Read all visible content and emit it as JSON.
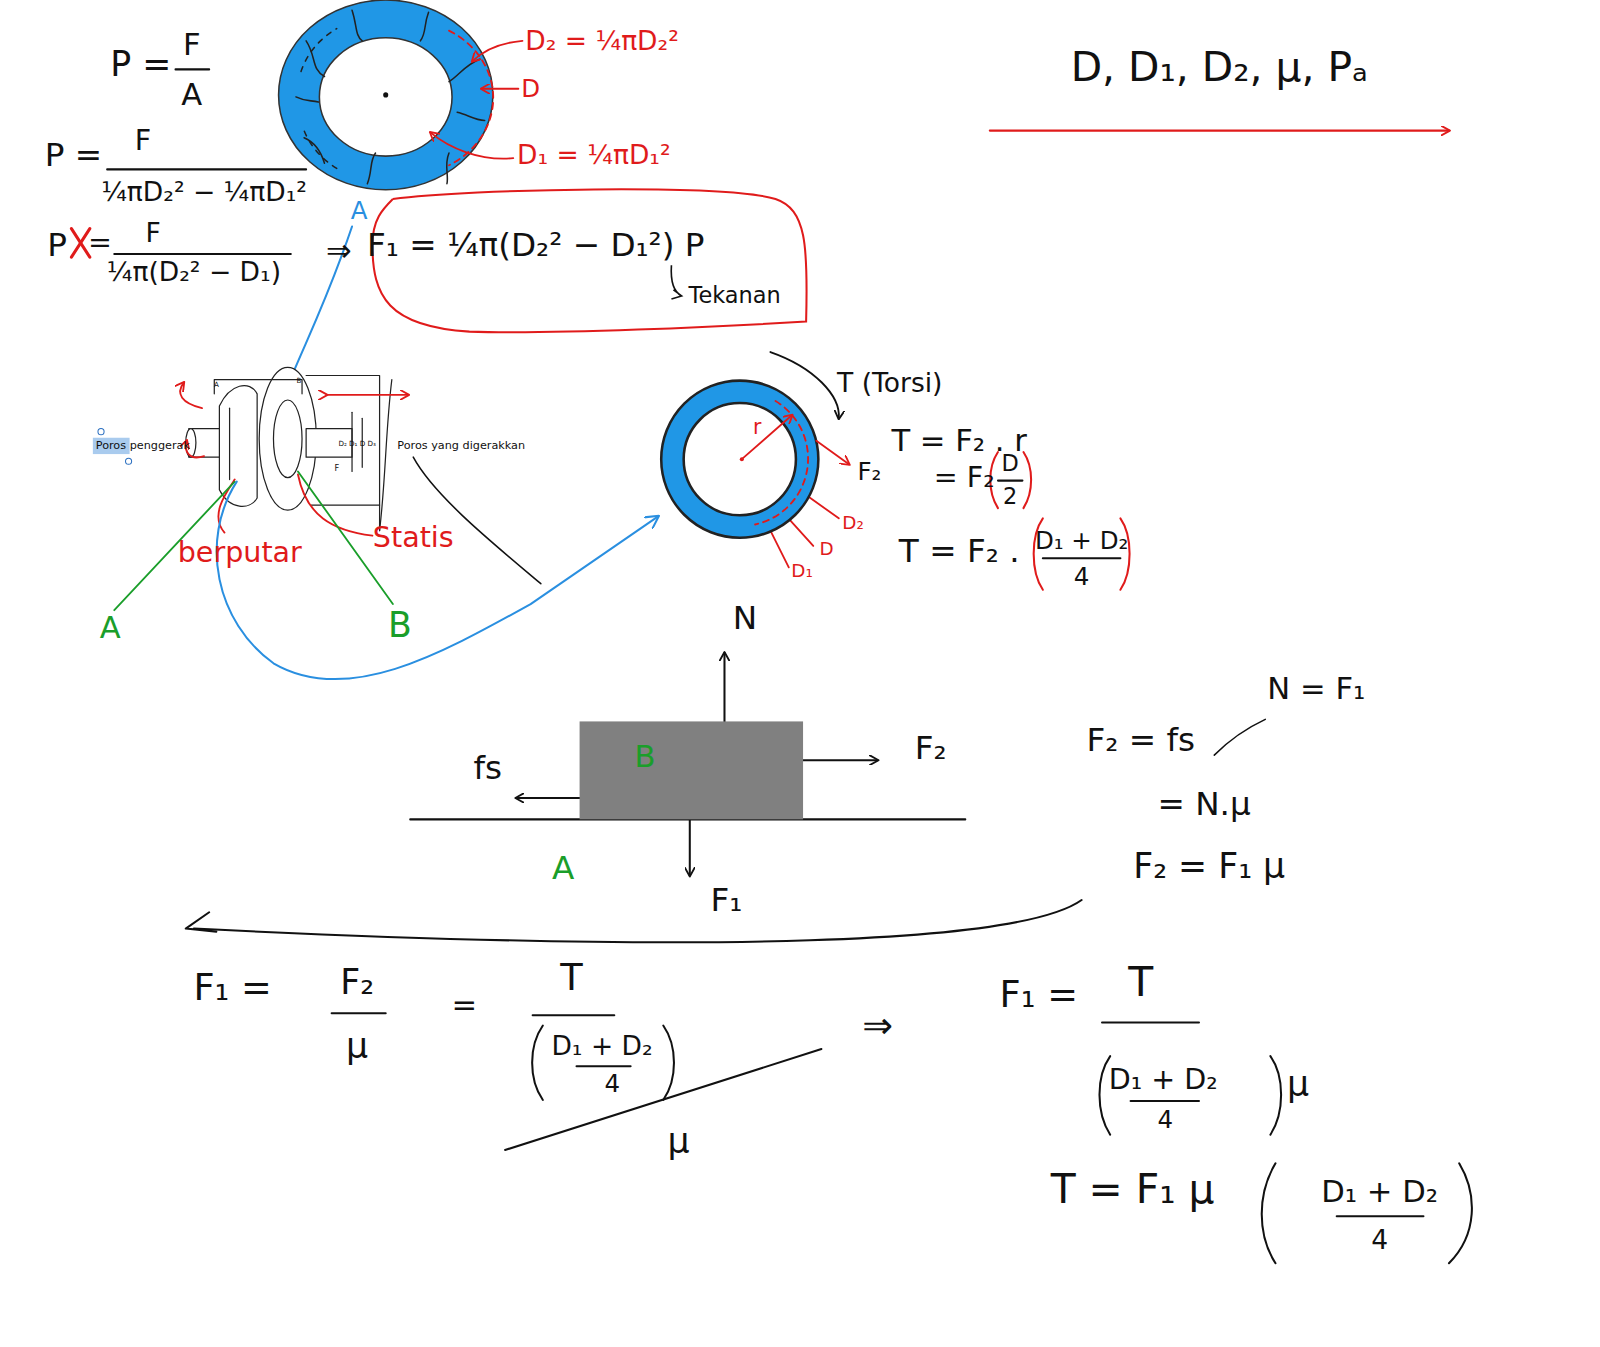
{
  "diagram": {
    "nodes": [
      {
        "text": [
          "F₁ = ¼π(D₂² − D₁²) P",
          "Tekanan"
        ]
      },
      {
        "text": [
          "B"
        ]
      }
    ],
    "labels": [
      "P =",
      "F",
      "A",
      "D₂ = ¼πD₂²",
      "D",
      "D₁ = ¼πD₁²",
      "P =",
      "F",
      "¼πD₂² − ¼πD₁²",
      "P",
      "=",
      "F",
      "¼π(D₂² − D₁)",
      "⇒",
      "A",
      "D, D₁, D₂, μ, Pₐ",
      "Poros penggerak",
      "Poros yang digerakkan",
      "A",
      "B",
      "D₂ D₁ D D₃",
      "F",
      "berputar",
      "Statis",
      "A",
      "B",
      "r",
      "T (Torsi)",
      "F₂",
      "D₂",
      "D",
      "D₁",
      "T = F₂ . r",
      "= F₂",
      "D",
      "2",
      "T = F₂ .",
      "D₁ + D₂",
      "4",
      "N",
      "F₂",
      "fs",
      "F₁",
      "A",
      "N = F₁",
      "F₂ = fs",
      "= N.μ",
      "F₂ = F₁ μ",
      "F₁ =",
      "F₂",
      "μ",
      "=",
      "T",
      "D₁ + D₂",
      "4",
      "μ",
      "⇒",
      "F₁ =",
      "T",
      "D₁ + D₂",
      "4",
      "μ",
      "T = F₁ μ",
      "D₁ + D₂",
      "4"
    ]
  }
}
